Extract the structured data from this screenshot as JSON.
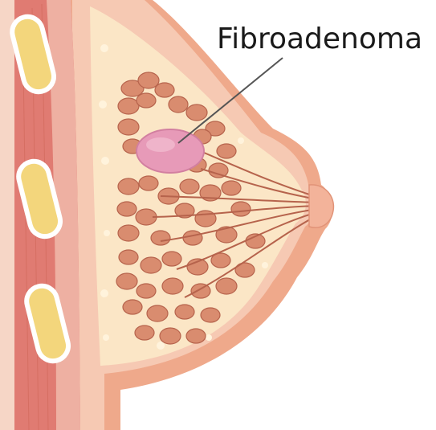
{
  "annotation": {
    "label": "Fibroadenoma"
  },
  "colors": {
    "background": "#ffffff",
    "skin_outer": "#efa98b",
    "skin_inner": "#f6c9b3",
    "muscle": "#e07b72",
    "muscle_light": "#eeb0a2",
    "fatty_tissue": "#fbe6c6",
    "lobules": "#d98c6f",
    "lobule_shadow": "#b6634c",
    "rib_fill": "#f3d67c",
    "rib_border": "#ffffff",
    "tumor": "#e79ab8",
    "nipple": "#f3b39a",
    "leader_line": "#555555"
  },
  "icons": {
    "diagram": "breast-anatomy-cross-section",
    "mass": "fibroadenoma-mass"
  }
}
